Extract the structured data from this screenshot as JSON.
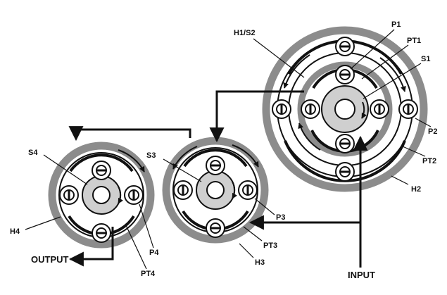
{
  "diagram": {
    "labels": {
      "h1s2": "H1/S2",
      "p1": "P1",
      "pt1": "PT1",
      "s1": "S1",
      "p2": "P2",
      "pt2": "PT2",
      "h2": "H2",
      "s3": "S3",
      "p3": "P3",
      "pt3": "PT3",
      "h3": "H3",
      "s4": "S4",
      "h4": "H4",
      "p4": "P4",
      "pt4": "PT4",
      "input": "INPUT",
      "output": "OUTPUT"
    },
    "colors": {
      "housing": "#8c8c8c",
      "sun": "#cfcfcf",
      "ring_line": "#111111",
      "planet_fill": "#ffffff",
      "arrow": "#111111"
    }
  }
}
